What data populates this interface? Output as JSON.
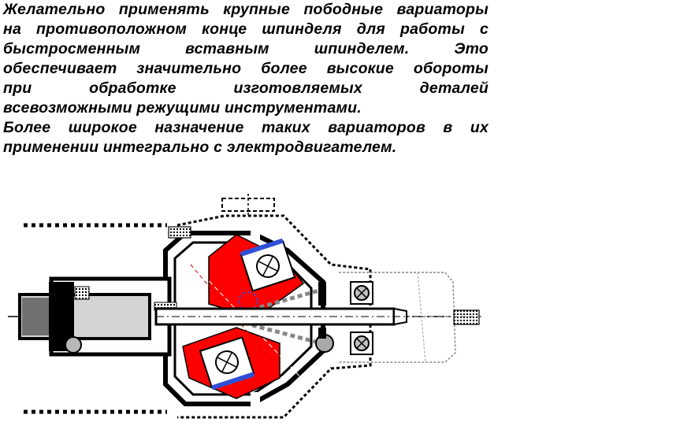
{
  "text": {
    "para1_lines": [
      "Желательно применять крупные пободные вариаторы",
      "на противоположном конце шпинделя для работы с",
      "быстросменным вставным шпинделем. Это",
      "обеспечивает значительно более высокие обороты",
      "при обработке изготовляемых деталей",
      "всевозможными режущими инструментами."
    ],
    "para2_lines": [
      "Более широкое назначение таких вариаторов в их",
      "применении интегрально с электродвигателем."
    ]
  },
  "diagram": {
    "colors": {
      "outline": "#000000",
      "cone": "#ff0000",
      "bearing_race": "#2f4fd6",
      "bearing_inner": "#c0c0c0",
      "dotted_housing": "#9a9a9a",
      "shaft_fill": "#d8d8d8"
    }
  }
}
